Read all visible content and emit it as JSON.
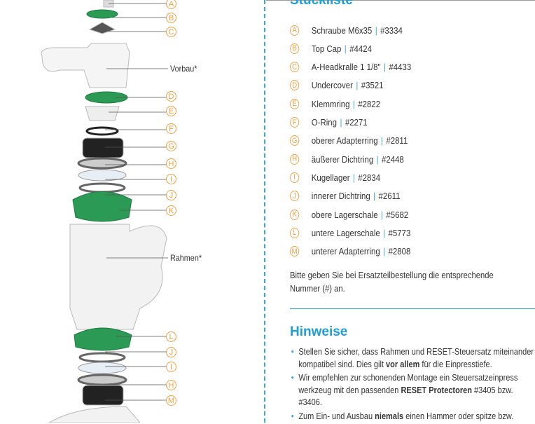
{
  "parts_title": "Stückliste",
  "parts": [
    {
      "letter": "A",
      "name": "Schraube M6x35",
      "number": "#3334"
    },
    {
      "letter": "B",
      "name": "Top Cap",
      "number": "#4424"
    },
    {
      "letter": "C",
      "name": "A-Headkralle 1 1/8\"",
      "number": "#4433"
    },
    {
      "letter": "D",
      "name": "Undercover",
      "number": "#3521"
    },
    {
      "letter": "E",
      "name": "Klemmring",
      "number": "#2822"
    },
    {
      "letter": "F",
      "name": "O-Ring",
      "number": "#2271"
    },
    {
      "letter": "G",
      "name": "oberer Adapterring",
      "number": "#2811"
    },
    {
      "letter": "H",
      "name": "äußerer Dichtring",
      "number": "#2448"
    },
    {
      "letter": "I",
      "name": "Kugellager",
      "number": "#2834"
    },
    {
      "letter": "J",
      "name": "innerer Dichtring",
      "number": "#2611"
    },
    {
      "letter": "K",
      "name": "obere Lagerschale",
      "number": "#5682"
    },
    {
      "letter": "L",
      "name": "untere Lagerschale",
      "number": "#5773"
    },
    {
      "letter": "M",
      "name": "unterer Adapterring",
      "number": "#2808"
    }
  ],
  "order_note": "Bitte geben Sie bei Ersatzteilbestellung die entsprechende Nummer (#) an.",
  "notes_title": "Hinweise",
  "notes": [
    [
      {
        "t": "Stellen Sie sicher, dass Rahmen und RESET-Steuersatz miteinander kompatibel sind. Dies gilt "
      },
      {
        "t": "vor allem",
        "b": true
      },
      {
        "t": " für die Einpresstiefe."
      }
    ],
    [
      {
        "t": "Wir empfehlen zur schonenden Montage ein Steuersatzeinpress werkzeug mit den passenden "
      },
      {
        "t": "RESET Protectoren",
        "b": true
      },
      {
        "t": " #3405 bzw. #3406."
      }
    ],
    [
      {
        "t": "Zum Ein- und Ausbau "
      },
      {
        "t": "niemals",
        "b": true
      },
      {
        "t": " einen Hammer oder spitze bzw."
      }
    ]
  ],
  "diagram": {
    "labels": [
      "A",
      "B",
      "C",
      "D",
      "E",
      "F",
      "G",
      "H",
      "I",
      "J",
      "K",
      "L",
      "J",
      "I",
      "H",
      "M"
    ],
    "vorbau": "Vorbau*",
    "rahmen": "Rahmen*"
  }
}
